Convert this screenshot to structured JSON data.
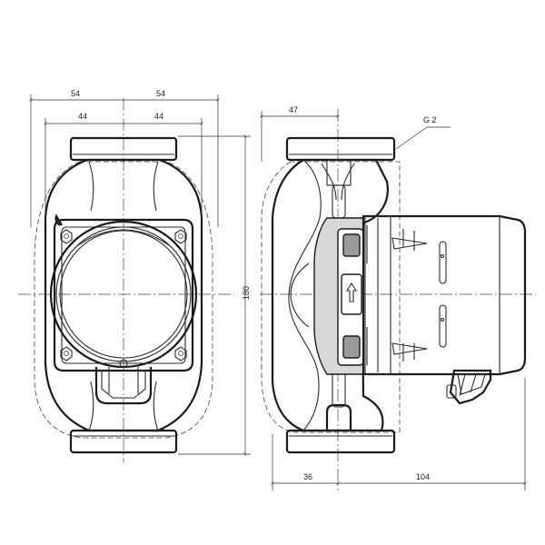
{
  "dimensions": {
    "front_outer_left": "54",
    "front_outer_right": "54",
    "front_inner_left": "44",
    "front_inner_right": "44",
    "front_height": "180",
    "side_top": "47",
    "side_thread": "G 2",
    "side_bottom_left": "36",
    "side_bottom_right": "104"
  }
}
